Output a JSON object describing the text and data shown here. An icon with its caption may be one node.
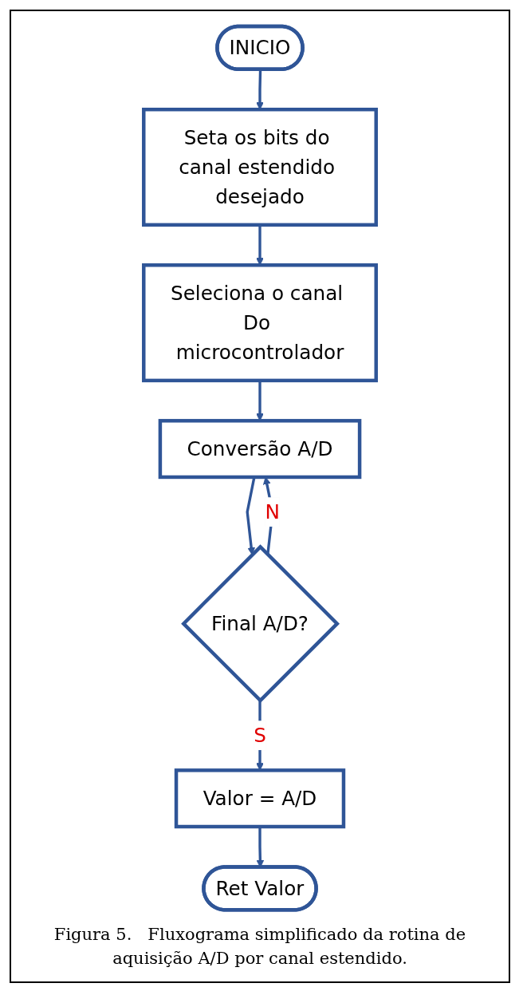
{
  "diagram": {
    "caption": "Figura 5.   Fluxograma simplificado da rotina de aquisição A/D por canal estendido.",
    "nodes": [
      {
        "text": [
          "INICIO"
        ]
      },
      {
        "text": [
          "Seta os bits do canal estendido desejado"
        ]
      },
      {
        "text": [
          "Seleciona o canal Do microcontrolador"
        ]
      },
      {
        "text": [
          "Conversão A/D"
        ]
      },
      {
        "text": [
          "Final A/D?"
        ]
      },
      {
        "text": [
          "Valor = A/D"
        ]
      },
      {
        "text": [
          "Ret Valor"
        ]
      }
    ],
    "edges": [
      {
        "from": 0,
        "to": 1,
        "arrow": "to"
      },
      {
        "from": 1,
        "to": 2,
        "arrow": "to"
      },
      {
        "from": 2,
        "to": 3,
        "arrow": "to"
      },
      {
        "from": 3,
        "to": 4,
        "arrow": "to"
      },
      {
        "from": 4,
        "to": 3,
        "arrow": "to",
        "label": "N"
      },
      {
        "from": 4,
        "to": 5,
        "arrow": "to",
        "label": "S"
      },
      {
        "from": 5,
        "to": 6,
        "arrow": "to"
      }
    ]
  }
}
